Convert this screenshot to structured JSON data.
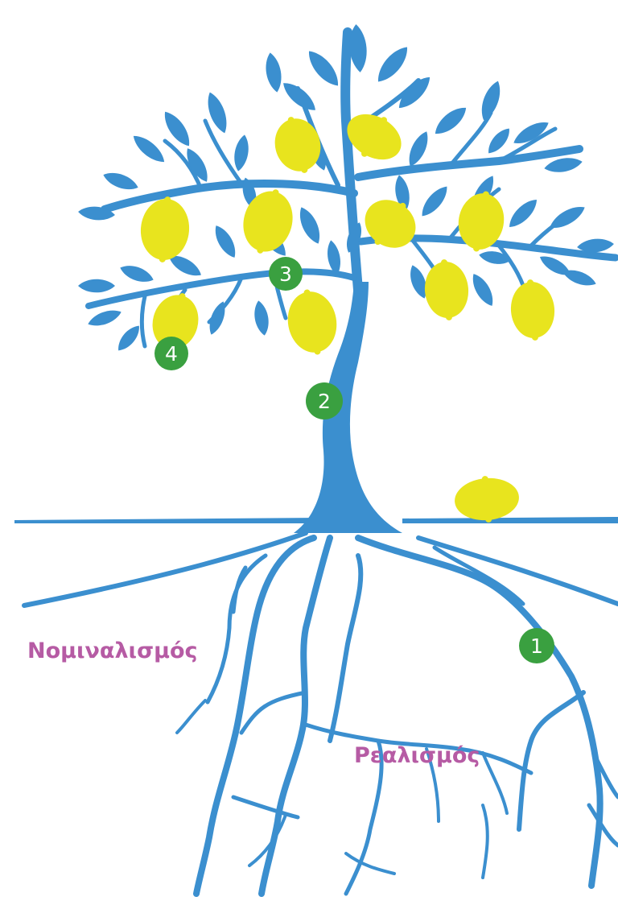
{
  "colors": {
    "tree": "#3b8fcf",
    "leaf": "#3b8fcf",
    "lemon": "#e8e41e",
    "marker": "#3aa040",
    "marker_text": "#ffffff",
    "label": "#b65ba4",
    "background": "#ffffff"
  },
  "labels": {
    "nominalism": "Νομιναλισμός",
    "realism": "Ρεαλισμός"
  },
  "markers": [
    {
      "number": "1"
    },
    {
      "number": "2"
    },
    {
      "number": "3"
    },
    {
      "number": "4"
    }
  ]
}
